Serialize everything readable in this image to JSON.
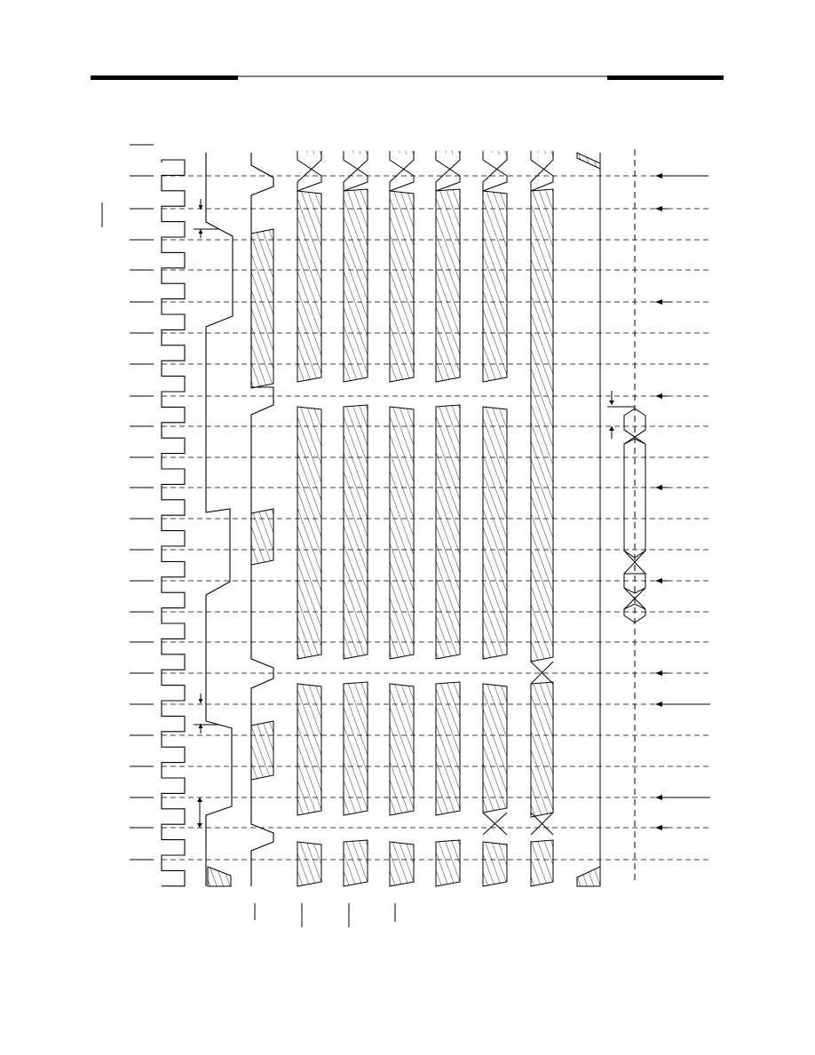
{
  "page": {
    "background": "#ffffff",
    "ink": "#000000"
  },
  "diagram": {
    "kind": "timing-diagram",
    "clock_cycles": 24,
    "signal_lanes": 12,
    "text_labels": []
  }
}
